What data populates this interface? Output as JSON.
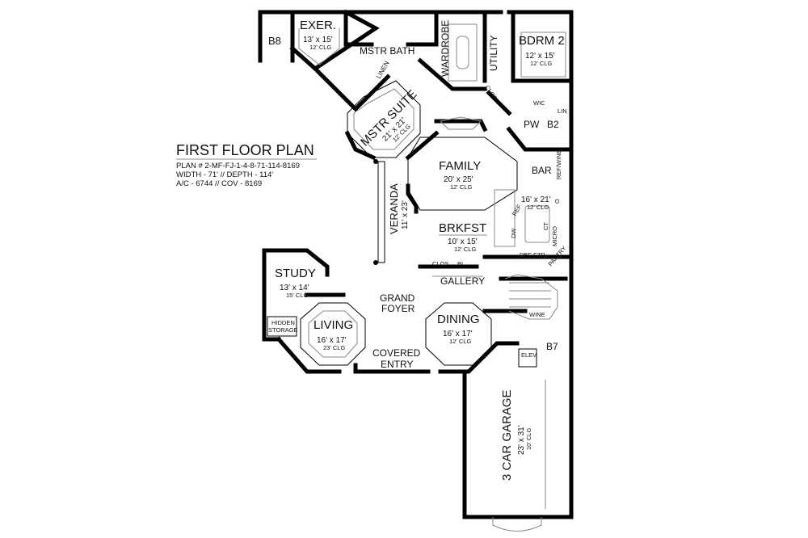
{
  "title": {
    "heading": "FIRST FLOOR PLAN",
    "plan_number": "PLAN # 2-MF-FJ-1-4-8-71-114-8169",
    "dimensions": "WIDTH - 71' // DEPTH - 114'",
    "area": "A/C - 6744 // COV - 8169"
  },
  "rooms": {
    "b8": {
      "name": "B8"
    },
    "exer": {
      "name": "EXER.",
      "size": "13' x 15'",
      "ceiling": "12' CLG"
    },
    "mstr_bath": {
      "name": "MSTR BATH"
    },
    "linen": {
      "name": "LINEN"
    },
    "wardrobe": {
      "name": "WARDROBE"
    },
    "utility": {
      "name": "UTILITY"
    },
    "bdrm2": {
      "name": "BDRM 2",
      "size": "12' x 15'",
      "ceiling": "12' CLG"
    },
    "clos_upper": {
      "name": "CLOS"
    },
    "wic": {
      "name": "WIC"
    },
    "lin": {
      "name": "LIN"
    },
    "pw": {
      "name": "PW"
    },
    "b2": {
      "name": "B2"
    },
    "mstr_suite": {
      "name": "MSTR SUITE",
      "size": "21' x 21'",
      "ceiling": "12' CLG"
    },
    "family": {
      "name": "FAMILY",
      "size": "20' x 25'",
      "ceiling": "12' CLG"
    },
    "bar": {
      "name": "BAR"
    },
    "refwine": {
      "name": "REF/WINE"
    },
    "kitchen": {
      "size": "16' x 21'",
      "ceiling": "12' CLG",
      "ref": "REF",
      "dw": "DW",
      "ct": "CT",
      "micro": "MICRO",
      "o": "O"
    },
    "veranda": {
      "name": "VERANDA",
      "size": "11' x 23'"
    },
    "brkfst": {
      "name": "BRKFST",
      "size": "10' x 15'",
      "ceiling": "12' CLG"
    },
    "clos_lower": {
      "name": "CLOS"
    },
    "bi": {
      "name": "BI"
    },
    "ref_fzr": {
      "name": "REF  FZR"
    },
    "pantry": {
      "name": "PANTRY"
    },
    "gallery": {
      "name": "GALLERY"
    },
    "study": {
      "name": "STUDY",
      "size": "13' x 14'",
      "ceiling": "15' CLG"
    },
    "hidden_storage": {
      "line1": "HIDDEN",
      "line2": "STORAGE"
    },
    "grand_foyer": {
      "line1": "GRAND",
      "line2": "FOYER"
    },
    "living": {
      "name": "LIVING",
      "size": "16' x 17'",
      "ceiling": "23' CLG"
    },
    "dining": {
      "name": "DINING",
      "size": "16' x 17'",
      "ceiling": "12' CLG"
    },
    "wine": {
      "name": "WINE"
    },
    "elev": {
      "name": "ELEV."
    },
    "b7": {
      "name": "B7"
    },
    "covered_entry": {
      "line1": "COVERED",
      "line2": "ENTRY"
    },
    "garage": {
      "name": "3 CAR GARAGE",
      "size": "23' x 31'",
      "ceiling": "10' CLG"
    }
  }
}
